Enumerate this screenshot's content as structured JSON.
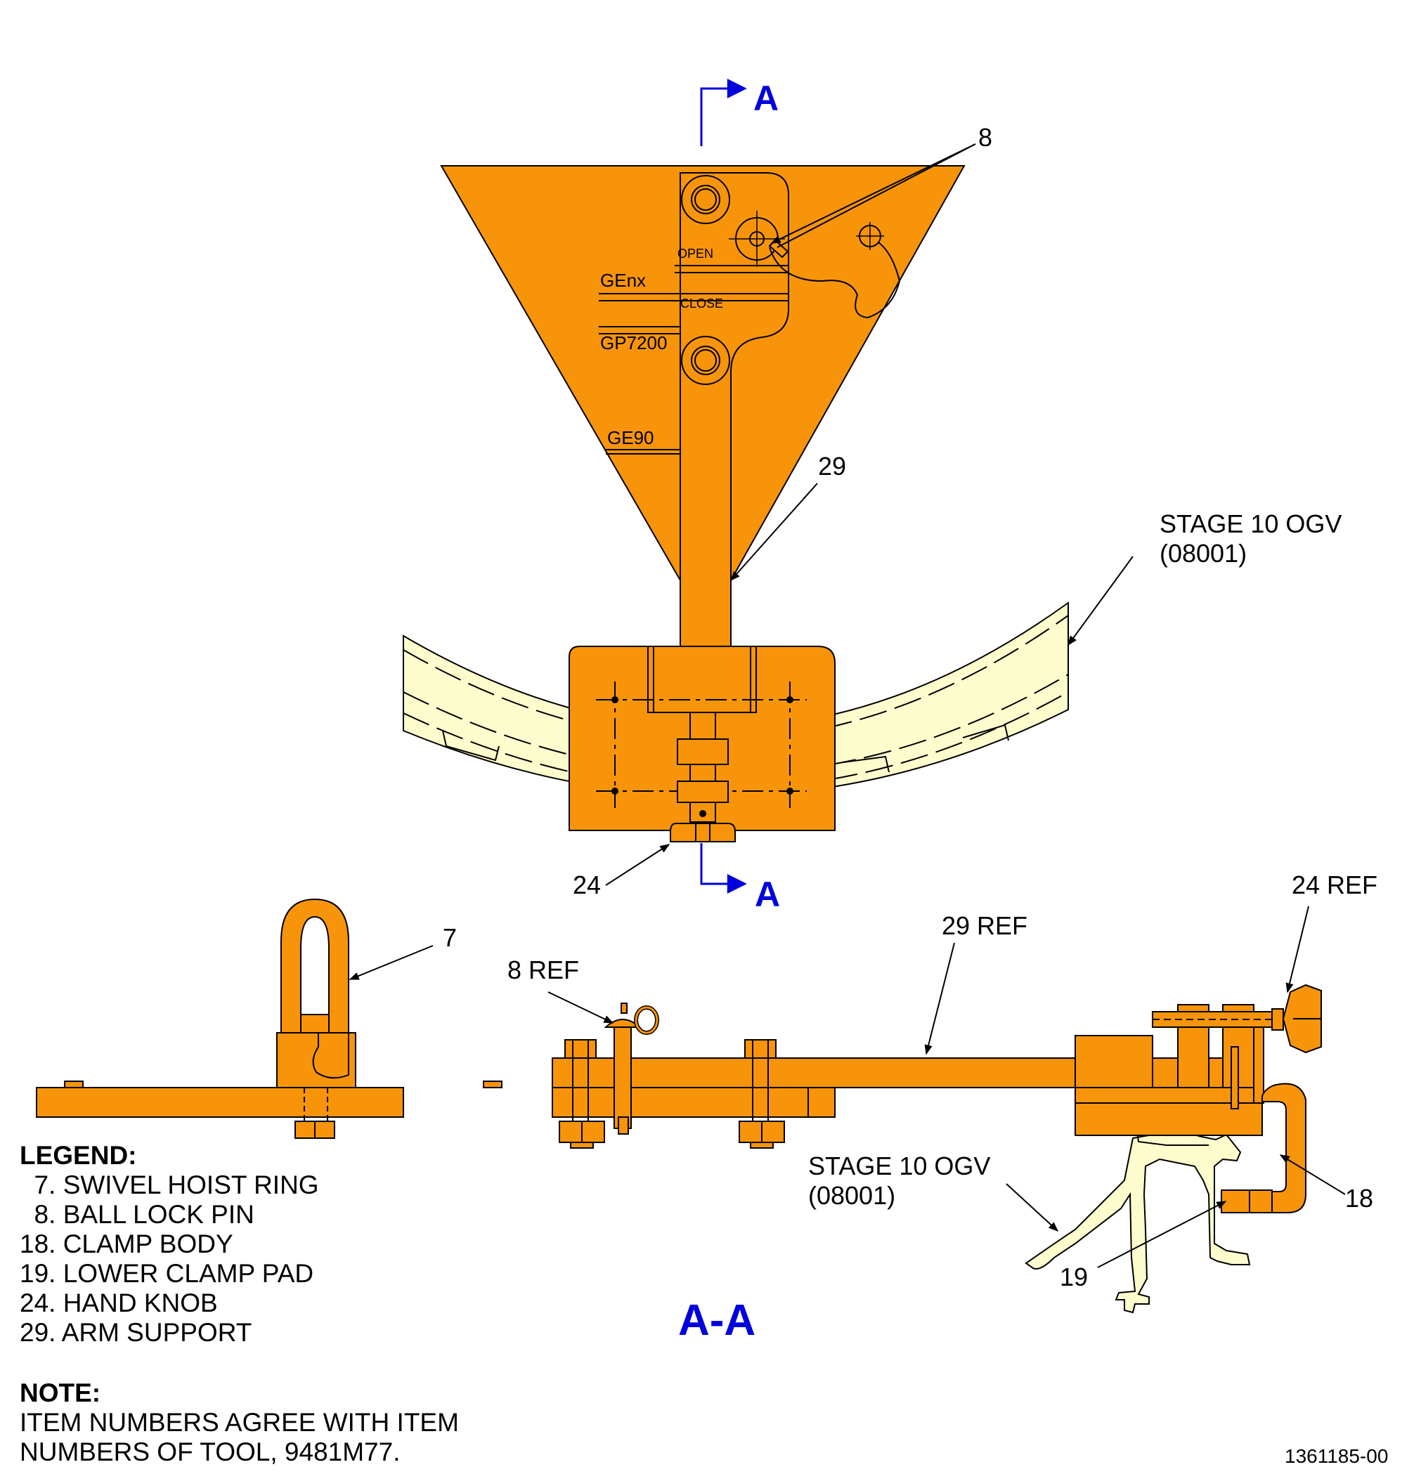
{
  "section_marker": {
    "letter": "A",
    "view_title": "A-A"
  },
  "plate_marks": [
    "GEnx",
    "GP7200",
    "GE90"
  ],
  "handle_positions": {
    "open": "OPEN",
    "close": "CLOSE"
  },
  "callouts": {
    "ball_lock_pin": "8",
    "arm_support": "29",
    "hand_knob": "24",
    "swivel_hoist_ring": "7",
    "ball_lock_pin_ref": "8 REF",
    "arm_support_ref": "29 REF",
    "hand_knob_ref": "24 REF",
    "clamp_body": "18",
    "lower_clamp_pad": "19"
  },
  "ogv_top": {
    "line1": "STAGE 10 OGV",
    "line2": "(08001)"
  },
  "ogv_section": {
    "line1": "STAGE 10 OGV",
    "line2": "(08001)"
  },
  "legend": {
    "title": "LEGEND:",
    "items": [
      "  7. SWIVEL HOIST RING",
      "  8. BALL LOCK PIN",
      "18. CLAMP BODY",
      "19. LOWER CLAMP PAD",
      "24. HAND KNOB",
      "29. ARM SUPPORT"
    ]
  },
  "note": {
    "title": "NOTE:",
    "line1": "ITEM NUMBERS AGREE WITH ITEM",
    "line2": "NUMBERS OF TOOL, 9481M77."
  },
  "figure_number": "1361185-00",
  "colors": {
    "tool": "#f7940a",
    "vane": "#fdfccc",
    "section": "#0000dd",
    "line": "#000000"
  }
}
